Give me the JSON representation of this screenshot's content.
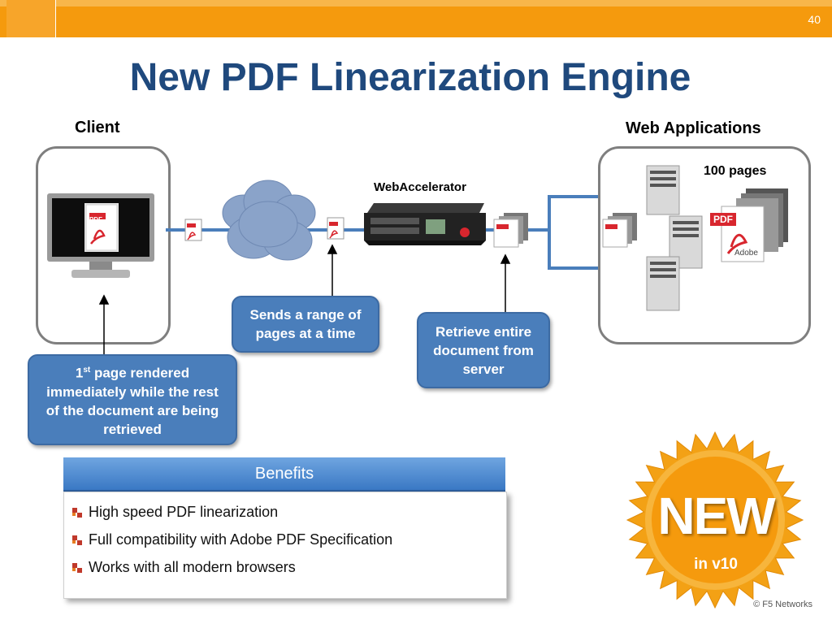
{
  "slide": {
    "title": "New PDF Linearization Engine",
    "number": "40",
    "copyright": "© F5 Networks"
  },
  "client": {
    "heading": "Client"
  },
  "web_apps": {
    "heading": "Web Applications",
    "pages_label": "100 pages"
  },
  "device": {
    "label": "WebAccelerator"
  },
  "callouts": {
    "rendered_sup": "st",
    "rendered_num": "1",
    "rendered_rest": "page rendered immediately while the rest of the document are being retrieved",
    "range": "Sends a range of pages at a time",
    "retrieve": "Retrieve entire document from server"
  },
  "benefits": {
    "header": "Benefits",
    "items": [
      "High speed PDF linearization",
      "Full compatibility with Adobe PDF Specification",
      "Works with all modern browsers"
    ]
  },
  "badge": {
    "word": "NEW",
    "sub": "in v10"
  },
  "icons": {
    "pdf_label": "PDF",
    "adobe_label": "Adobe"
  },
  "colors": {
    "accent": "#f59a0d",
    "title": "#1f497d",
    "callout": "#4a7ebb",
    "line": "#4a7ebb"
  }
}
